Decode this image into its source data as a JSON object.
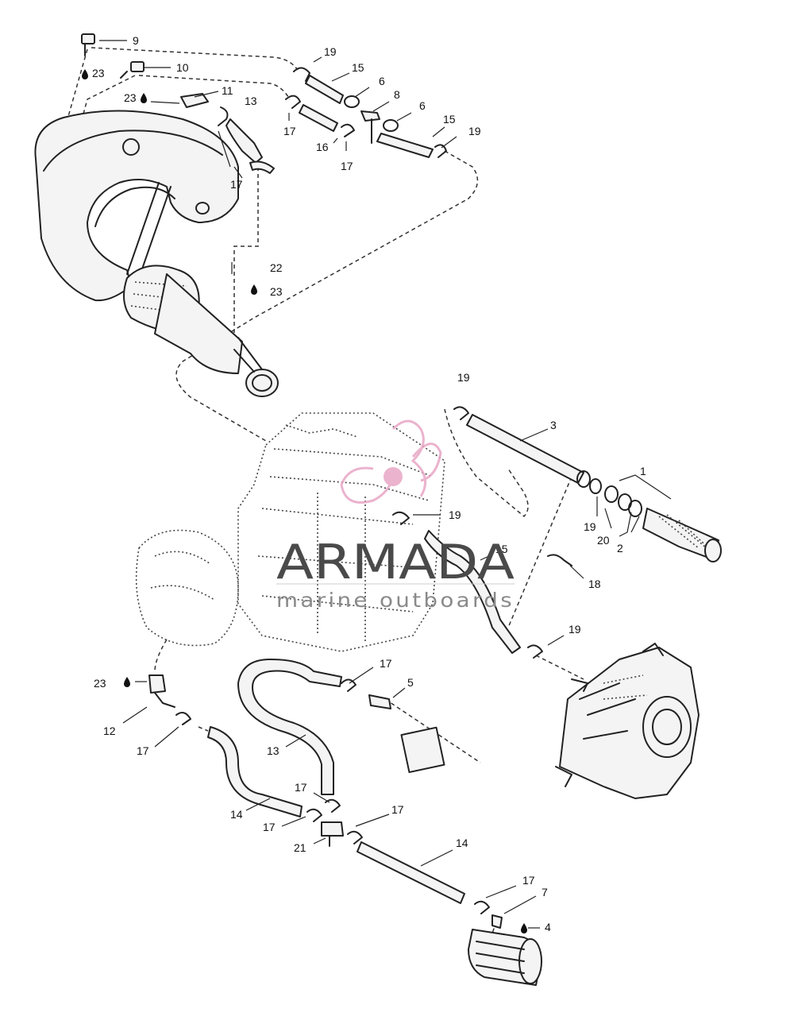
{
  "callouts": {
    "c9": "9",
    "c23a": "23",
    "c10": "10",
    "c23b": "23",
    "c11": "11",
    "c13a": "13",
    "c19a": "19",
    "c15a": "15",
    "c6a": "6",
    "c8": "8",
    "c6b": "6",
    "c15b": "15",
    "c19b": "19",
    "c17a": "17",
    "c16": "16",
    "c17b": "17",
    "c17c": "17",
    "c22": "22",
    "c23c": "23",
    "c19c": "19",
    "c3": "3",
    "c1": "1",
    "c19d": "19",
    "c19e": "19",
    "c20": "20",
    "c2": "2",
    "c15c": "15",
    "c18": "18",
    "c19f": "19",
    "c17d": "17",
    "c5": "5",
    "c23d": "23",
    "c12": "12",
    "c17e": "17",
    "c13b": "13",
    "c14a": "14",
    "c17f": "17",
    "c17g": "17",
    "c17h": "17",
    "c21": "21",
    "c14b": "14",
    "c17i": "17",
    "c7": "7",
    "c4": "4"
  },
  "watermark": {
    "brand": "ARMADA",
    "subtitle": "marine outboards",
    "colors": {
      "logo_pink": "#e8a6c6",
      "text_gray": "#4a4a4a"
    }
  },
  "colors": {
    "line": "#222222",
    "background": "#ffffff"
  }
}
